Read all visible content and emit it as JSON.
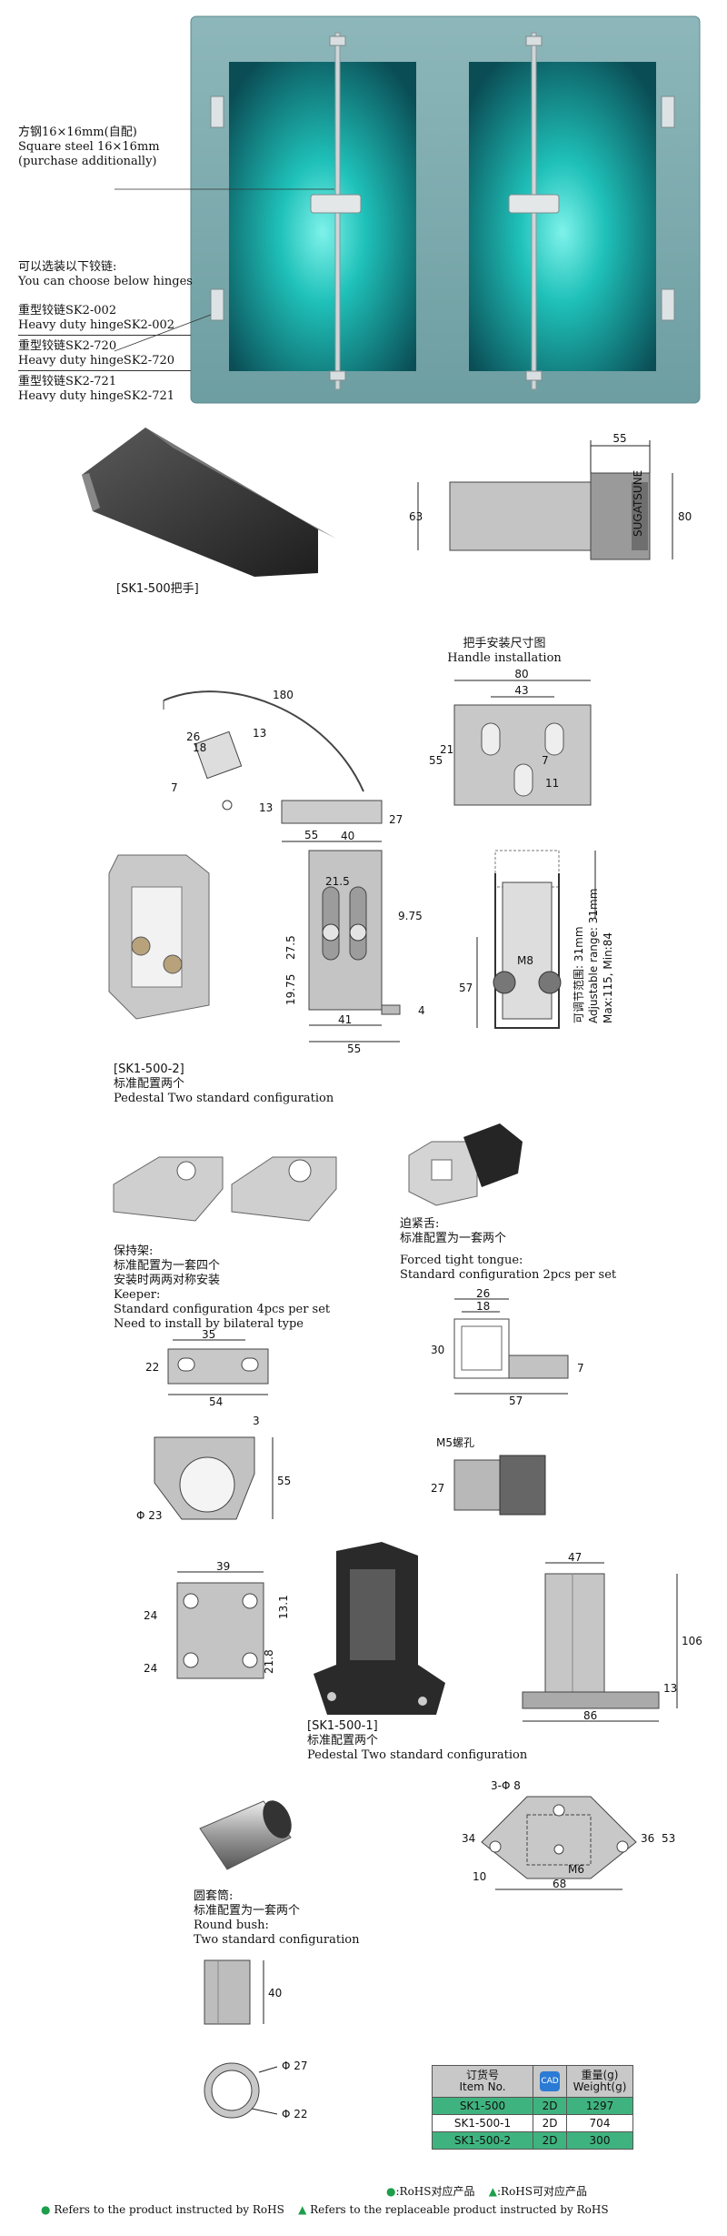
{
  "hero": {
    "steel_zh": "方钢16×16mm(自配)",
    "steel_en1": "Square steel 16×16mm",
    "steel_en2": "(purchase additionally)",
    "hinge_zh": "可以选装以下铰链:",
    "hinge_en": "You can choose below hinges",
    "hinges": [
      {
        "zh": "重型铰链SK2-002",
        "en": "Heavy duty hingeSK2-002"
      },
      {
        "zh": "重型铰链SK2-720",
        "en": "Heavy duty hingeSK2-720"
      },
      {
        "zh": "重型铰链SK2-721",
        "en": "Heavy duty hingeSK2-721"
      }
    ],
    "glass_color": "#1fb7b0",
    "frame_color": "#7aa9ad"
  },
  "handle": {
    "caption": "[SK1-500把手]",
    "install_zh": "把手安装尺寸图",
    "install_en": "Handle installation",
    "d55": "55",
    "d63": "63",
    "d80": "80",
    "d180": "180",
    "d26": "26",
    "d18": "18",
    "d13a": "13",
    "d7": "7",
    "d13b": "13",
    "d27": "27",
    "d55b": "55",
    "i80": "80",
    "i43": "43",
    "i55": "55",
    "i21": "21",
    "i7": "7",
    "i11": "11",
    "brand": "SUGATSUNE"
  },
  "pedestal2": {
    "caption": "[SK1-500-2]",
    "zh": "标准配置两个",
    "en": "Pedestal Two standard  configuration",
    "d40": "40",
    "d215": "21.5",
    "d975": "9.75",
    "d275": "27.5",
    "d1975": "19.75",
    "d41": "41",
    "d55": "55",
    "d4": "4",
    "d57": "57",
    "m8": "M8",
    "adj_zh": "可调节范围: 31mm",
    "adj_en1": "Adjustable range: 31mm",
    "adj_en2": "Max:115, Min:84"
  },
  "keeper": {
    "zh1": "保持架:",
    "zh2": "标准配置为一套四个",
    "zh3": "安装时两两对称安装",
    "en1": "Keeper:",
    "en2": "Standard configuration 4pcs per set",
    "en3": "Need to install by bilateral type",
    "d35": "35",
    "d22": "22",
    "d54": "54",
    "d3": "3",
    "d55": "55",
    "d23": "Φ 23"
  },
  "tongue": {
    "zh1": "迫紧舌:",
    "zh2": "标准配置为一套两个",
    "en1": "Forced tight tongue:",
    "en2": "Standard configuration 2pcs per set",
    "d26": "26",
    "d18": "18",
    "d30": "30",
    "d7": "7",
    "d57": "57",
    "m5": "M5螺孔",
    "d27": "27"
  },
  "pedestal1": {
    "caption": "[SK1-500-1]",
    "zh": "标准配置两个",
    "en": "Pedestal Two standard  configuration",
    "d39": "39",
    "d24a": "24",
    "d24b": "24",
    "d218": "21.8",
    "d131": "13.1",
    "d47": "47",
    "d106": "106",
    "d13": "13",
    "d86": "86",
    "d3phi8": "3-Φ 8",
    "d34": "34",
    "d36": "36",
    "d53": "53",
    "d10": "10",
    "d68": "68",
    "m6": "M6"
  },
  "bush": {
    "zh1": "圆套筒:",
    "zh2": "标准配置为一套两个",
    "en1": "Round bush:",
    "en2": "Two standard configuration",
    "d40": "40",
    "d27": "Φ 27",
    "d22": "Φ 22"
  },
  "table": {
    "h_item_zh": "订货号",
    "h_item_en": "Item No.",
    "h_cad": "CAD",
    "h_weight_zh": "重量(g)",
    "h_weight_en": "Weight(g)",
    "rows": [
      {
        "item": "SK1-500",
        "cad": "2D",
        "weight": "1297"
      },
      {
        "item": "SK1-500-1",
        "cad": "2D",
        "weight": "704"
      },
      {
        "item": "SK1-500-2",
        "cad": "2D",
        "weight": "300"
      }
    ],
    "header_color": "#c8c8c8",
    "row_color": "#3fb37f"
  },
  "legend": {
    "rohs_zh": ":RoHS对应产品",
    "rohs_sub_zh": ":RoHS可对应产品",
    "rohs_en": "Refers to the product instructed by RoHS",
    "rohs_sub_en": "Refers to the replaceable product instructed by RoHS",
    "green": "#1d9e4a"
  }
}
